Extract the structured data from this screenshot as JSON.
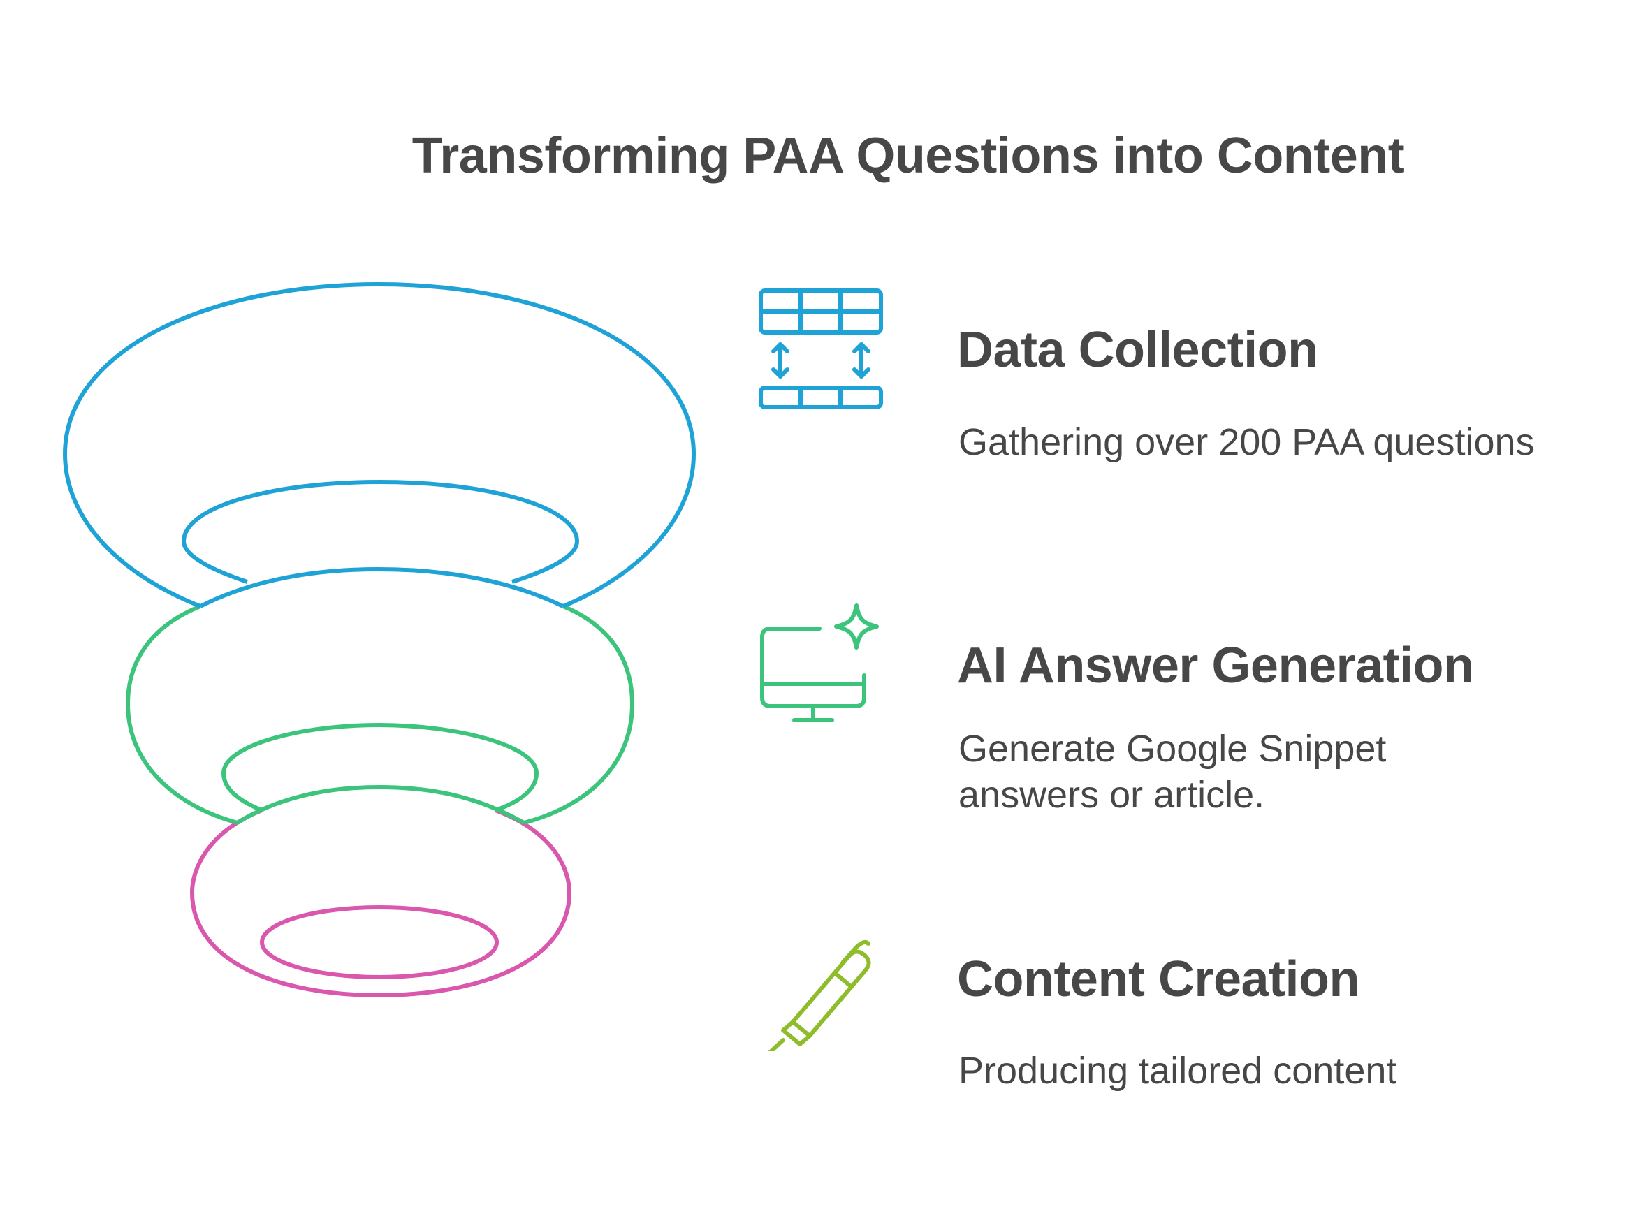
{
  "title": "Transforming PAA Questions into Content",
  "colors": {
    "blue": "#1fa3d6",
    "green": "#3cc47c",
    "pink": "#d957ac",
    "lime": "#8fbc2b",
    "text": "#474747"
  },
  "stages": [
    {
      "heading": "Data Collection",
      "description": "Gathering over 200 PAA questions",
      "icon": "table-arrows-icon",
      "color": "#1fa3d6"
    },
    {
      "heading": "AI Answer Generation",
      "description_line1": "Generate Google Snippet",
      "description_line2": "answers or article.",
      "icon": "monitor-sparkle-icon",
      "color": "#3cc47c"
    },
    {
      "heading": "Content Creation",
      "description": "Producing tailored content",
      "icon": "pen-icon",
      "color": "#8fbc2b"
    }
  ]
}
